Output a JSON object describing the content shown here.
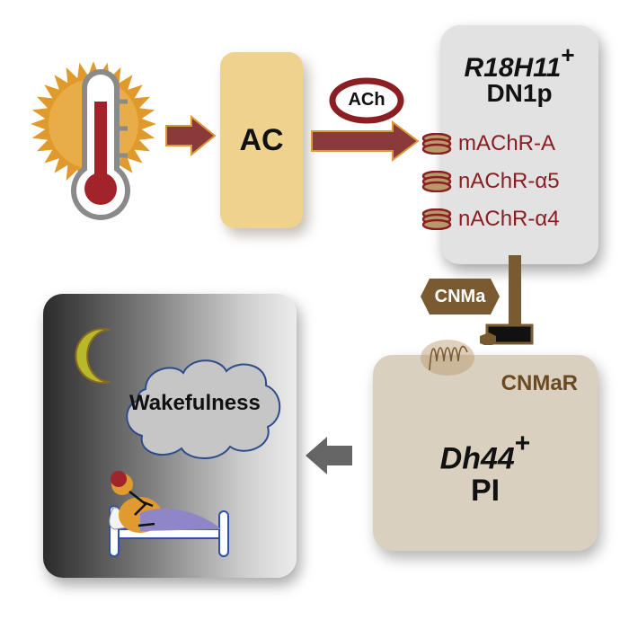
{
  "input": {
    "icon": "sun-thermometer-icon",
    "description_label": ""
  },
  "ac_node": {
    "label": "AC",
    "color": "#f0d28f"
  },
  "ach_signal": {
    "label": "ACh",
    "ring_color": "#8b1e22"
  },
  "dn1p_node": {
    "title": "R18H11",
    "title_sup": "+",
    "subtitle": "DN1p",
    "color": "#e2e2e2",
    "receptors": [
      {
        "label": "mAChR-A"
      },
      {
        "label": "nAChR-α5"
      },
      {
        "label": "nAChR-α4"
      }
    ],
    "receptor_color": "#8b1e22"
  },
  "cnma_signal": {
    "label": "CNMa",
    "color": "#7a5a30"
  },
  "pi_node": {
    "receptor_label": "CNMaR",
    "title": "Dh44",
    "title_sup": "+",
    "subtitle": "PI",
    "color": "#d9d0c0"
  },
  "output_node": {
    "label": "Wakefulness"
  },
  "arrow_colors": {
    "excitatory": "#8b3a3a",
    "output": "#666666"
  }
}
